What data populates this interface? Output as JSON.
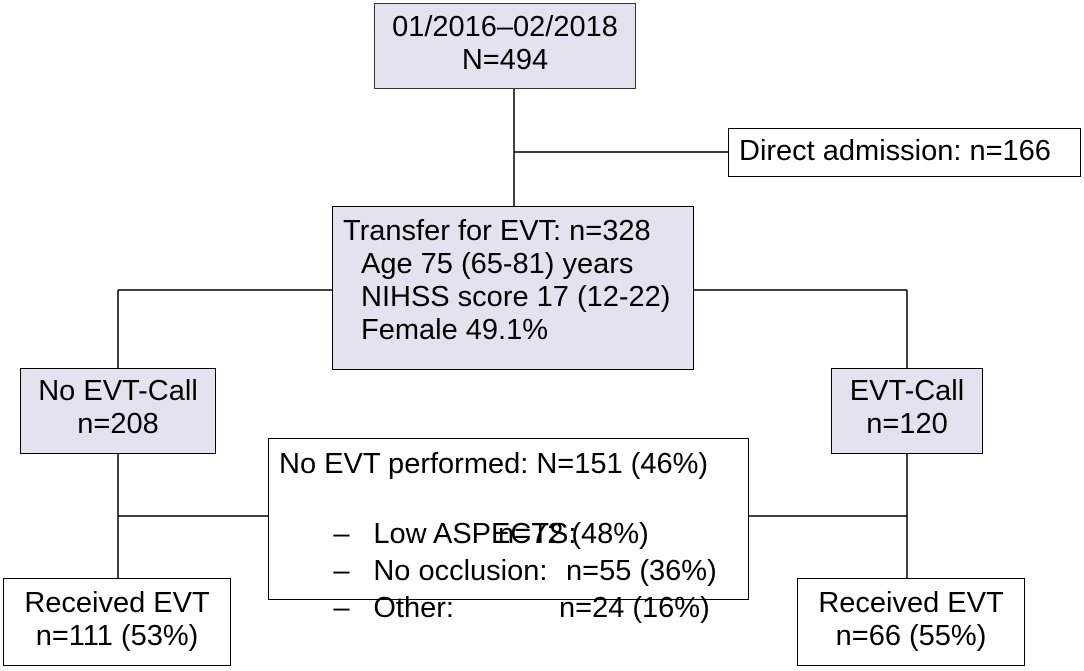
{
  "nodes": {
    "top": {
      "line1": "01/2016–02/2018",
      "line2": "N=494"
    },
    "direct": {
      "text": "Direct admission: n=166"
    },
    "transfer": {
      "line1": "Transfer for EVT: n=328",
      "line2": "Age 75 (65-81) years",
      "line3": "NIHSS score 17 (12-22)",
      "line4": "Female 49.1%"
    },
    "no_evt_call": {
      "line1": "No EVT-Call",
      "line2": "n=208"
    },
    "evt_call": {
      "line1": "EVT-Call",
      "line2": "n=120"
    },
    "no_evt_performed": {
      "title": "No EVT performed: N=151 (46%)",
      "items": [
        {
          "bullet": "–",
          "label": "Low ASPECTS:",
          "value": "n=72 (48%)"
        },
        {
          "bullet": "–",
          "label": "No occlusion:",
          "value": "n=55 (36%)"
        },
        {
          "bullet": "–",
          "label": "Other:",
          "value": "n=24 (16%)"
        }
      ]
    },
    "received_left": {
      "line1": "Received EVT",
      "line2": "n=111 (53%)"
    },
    "received_right": {
      "line1": "Received EVT",
      "line2": "n=66 (55%)"
    }
  }
}
